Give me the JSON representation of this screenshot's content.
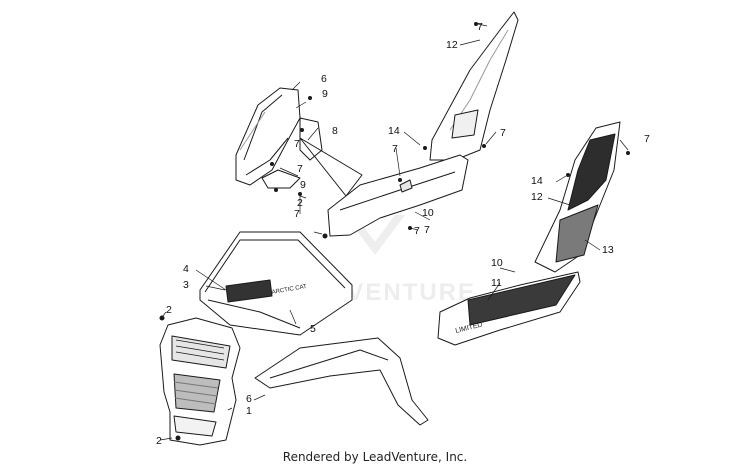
{
  "parts": [
    {
      "id": "front-bezel",
      "callout": "1"
    },
    {
      "id": "hood-panel",
      "callout": "3"
    },
    {
      "id": "hood-decal",
      "callout": "4",
      "decal_text": "ARCTIC CAT"
    },
    {
      "id": "hood-decal-small",
      "callout": "5"
    },
    {
      "id": "fender",
      "callout": "6"
    },
    {
      "id": "seat-cover",
      "callout": "6"
    },
    {
      "id": "bracket",
      "callout": "8"
    },
    {
      "id": "side-panel-lower",
      "callout": "10"
    },
    {
      "id": "side-panel-upper",
      "callout": "12"
    },
    {
      "id": "side-decal-lower",
      "callout": "11"
    },
    {
      "id": "side-decal-upper",
      "callout": "13"
    },
    {
      "id": "push-rivet",
      "callout": "2"
    },
    {
      "id": "screw",
      "callout": "7"
    },
    {
      "id": "nut",
      "callout": "9"
    },
    {
      "id": "clip",
      "callout": "14"
    }
  ],
  "callouts": [
    "1",
    "2",
    "2",
    "2",
    "3",
    "4",
    "5",
    "6",
    "6",
    "7",
    "7",
    "7",
    "7",
    "7",
    "7",
    "7",
    "7",
    "7",
    "8",
    "9",
    "9",
    "10",
    "10",
    "11",
    "12",
    "12",
    "13",
    "14",
    "14"
  ],
  "watermark": "LEADVENTURE",
  "decal_text_side": "LIMITED",
  "credit": "Rendered by LeadVenture, Inc.",
  "colors": {
    "line": "#1a1a1a",
    "fill": "#ffffff",
    "shade": "#9a9a9a",
    "watermark": "#d9d9d9"
  }
}
